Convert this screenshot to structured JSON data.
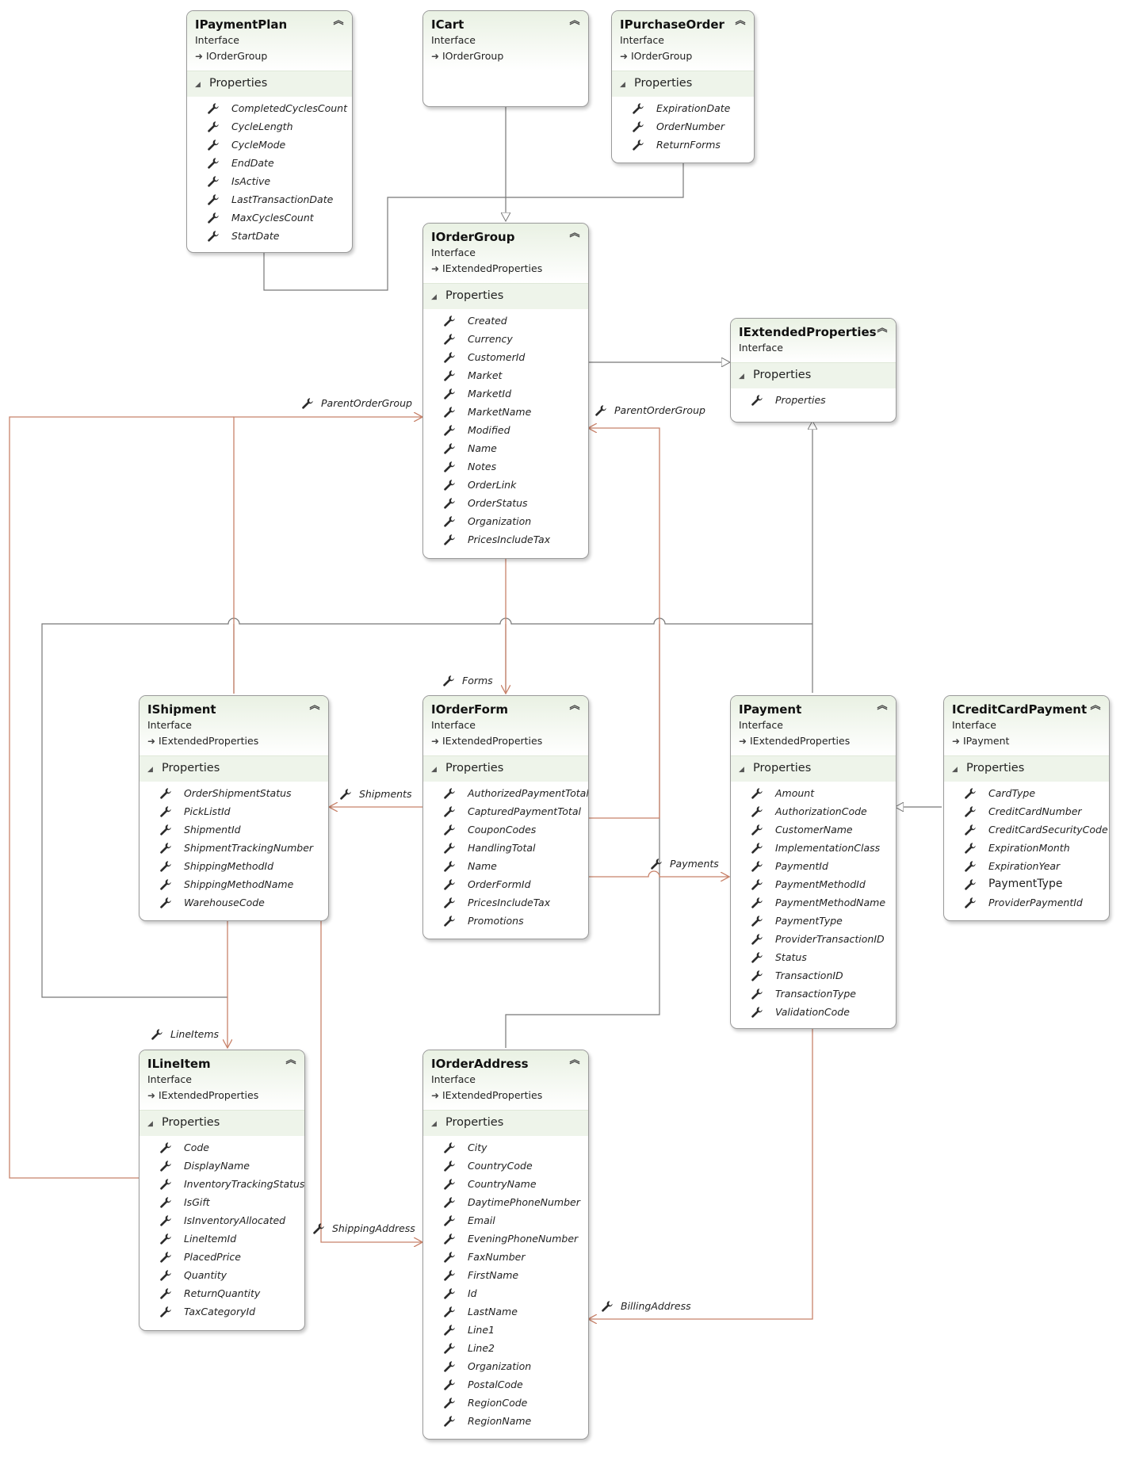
{
  "section_label": "Properties",
  "colors": {
    "inheritance": "#777777",
    "association": "#c8826a",
    "header_gradient": "#e9f1e3",
    "section_band": "#eef4ea"
  },
  "icons": {
    "property": "wrench-icon",
    "collapse": "double-chevron-up-icon",
    "inherits": "inherits-arrow-icon",
    "section_toggle": "triangle-collapse-icon"
  },
  "boxes": {
    "ipaymentplan": {
      "title": "IPaymentPlan",
      "stereotype": "Interface",
      "inherits": "IOrderGroup",
      "props": [
        "CompletedCyclesCount",
        "CycleLength",
        "CycleMode",
        "EndDate",
        "IsActive",
        "LastTransactionDate",
        "MaxCyclesCount",
        "StartDate"
      ]
    },
    "icart": {
      "title": "ICart",
      "stereotype": "Interface",
      "inherits": "IOrderGroup"
    },
    "ipurchaseorder": {
      "title": "IPurchaseOrder",
      "stereotype": "Interface",
      "inherits": "IOrderGroup",
      "props": [
        "ExpirationDate",
        "OrderNumber",
        "ReturnForms"
      ]
    },
    "iordergroup": {
      "title": "IOrderGroup",
      "stereotype": "Interface",
      "inherits": "IExtendedProperties",
      "props": [
        "Created",
        "Currency",
        "CustomerId",
        "Market",
        "MarketId",
        "MarketName",
        "Modified",
        "Name",
        "Notes",
        "OrderLink",
        "OrderStatus",
        "Organization",
        "PricesIncludeTax"
      ]
    },
    "iextendedproperties": {
      "title": "IExtendedProperties",
      "stereotype": "Interface",
      "props": [
        "Properties"
      ]
    },
    "ishipment": {
      "title": "IShipment",
      "stereotype": "Interface",
      "inherits": "IExtendedProperties",
      "props": [
        "OrderShipmentStatus",
        "PickListId",
        "ShipmentId",
        "ShipmentTrackingNumber",
        "ShippingMethodId",
        "ShippingMethodName",
        "WarehouseCode"
      ]
    },
    "iorderform": {
      "title": "IOrderForm",
      "stereotype": "Interface",
      "inherits": "IExtendedProperties",
      "props": [
        "AuthorizedPaymentTotal",
        "CapturedPaymentTotal",
        "CouponCodes",
        "HandlingTotal",
        "Name",
        "OrderFormId",
        "PricesIncludeTax",
        "Promotions"
      ]
    },
    "ipayment": {
      "title": "IPayment",
      "stereotype": "Interface",
      "inherits": "IExtendedProperties",
      "props": [
        "Amount",
        "AuthorizationCode",
        "CustomerName",
        "ImplementationClass",
        "PaymentId",
        "PaymentMethodId",
        "PaymentMethodName",
        "PaymentType",
        "ProviderTransactionID",
        "Status",
        "TransactionID",
        "TransactionType",
        "ValidationCode"
      ]
    },
    "icreditcardpayment": {
      "title": "ICreditCardPayment",
      "stereotype": "Interface",
      "inherits": "IPayment",
      "props": [
        "CardType",
        "CreditCardNumber",
        "CreditCardSecurityCode",
        "ExpirationMonth",
        "ExpirationYear",
        "PaymentType",
        "ProviderPaymentId"
      ]
    },
    "ilineitem": {
      "title": "ILineItem",
      "stereotype": "Interface",
      "inherits": "IExtendedProperties",
      "props": [
        "Code",
        "DisplayName",
        "InventoryTrackingStatus",
        "IsGift",
        "IsInventoryAllocated",
        "LineItemId",
        "PlacedPrice",
        "Quantity",
        "ReturnQuantity",
        "TaxCategoryId"
      ]
    },
    "iorderaddress": {
      "title": "IOrderAddress",
      "stereotype": "Interface",
      "inherits": "IExtendedProperties",
      "props": [
        "City",
        "CountryCode",
        "CountryName",
        "DaytimePhoneNumber",
        "Email",
        "EveningPhoneNumber",
        "FaxNumber",
        "FirstName",
        "Id",
        "LastName",
        "Line1",
        "Line2",
        "Organization",
        "PostalCode",
        "RegionCode",
        "RegionName"
      ]
    }
  },
  "associations": {
    "parent_order_group_left": "ParentOrderGroup",
    "parent_order_group_right": "ParentOrderGroup",
    "forms": "Forms",
    "shipments": "Shipments",
    "payments": "Payments",
    "line_items": "LineItems",
    "shipping_address": "ShippingAddress",
    "billing_address": "BillingAddress"
  }
}
